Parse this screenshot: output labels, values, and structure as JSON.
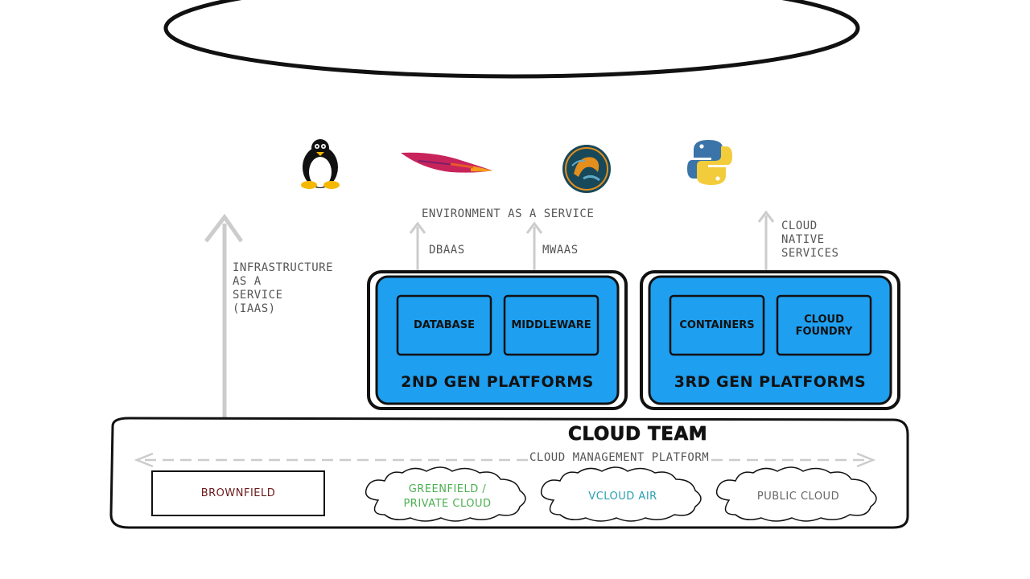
{
  "labels": {
    "environment_as_a_service": "ENVIRONMENT AS A SERVICE",
    "dbaas": "DBAAS",
    "mwaas": "MWAAS",
    "cloud_native_services": "CLOUD\nNATIVE\nSERVICES",
    "iaas": "INFRASTRUCTURE\nAS A\nSERVICE\n(IAAS)"
  },
  "platforms": [
    {
      "title": "2ND GEN PLATFORMS",
      "boxes": [
        "DATABASE",
        "MIDDLEWARE"
      ]
    },
    {
      "title": "3RD GEN PLATFORMS",
      "boxes": [
        "CONTAINERS",
        "CLOUD FOUNDRY"
      ]
    }
  ],
  "cloud_team": {
    "title": "CLOUD TEAM",
    "subtitle": "CLOUD MANAGEMENT PLATFORM"
  },
  "environments": [
    {
      "label": "BROWNFIELD",
      "color": "#6b1a1a"
    },
    {
      "label": "GREENFIELD /\nPRIVATE CLOUD",
      "color": "#4caf50"
    },
    {
      "label": "VCLOUD AIR",
      "color": "#2a9fb0"
    },
    {
      "label": "PUBLIC CLOUD",
      "color": "#666666"
    }
  ],
  "icons": [
    "linux-tux-icon",
    "apache-feather-icon",
    "mysql-dolphin-icon",
    "python-icon"
  ],
  "colors": {
    "platform_fill": "#1e9ff0",
    "arrow": "#cccccc",
    "outline": "#111111"
  }
}
